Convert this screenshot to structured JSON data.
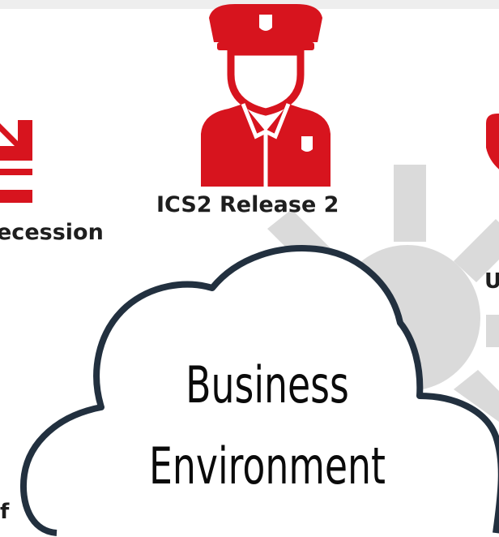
{
  "labels": {
    "release": "ICS2 Release 2",
    "recession": "ecession",
    "u_partial": "U",
    "f_partial": "f"
  },
  "cloud": {
    "line1": "Business",
    "line2": "Environment"
  },
  "colors": {
    "accent_red": "#d7141e",
    "sun_gray": "#dadada",
    "cloud_outline": "#22303f",
    "text": "#1e1e1e"
  },
  "icons": {
    "officer": "police-officer-icon",
    "download": "download-arrow-icon",
    "shield": "shield-icon"
  }
}
